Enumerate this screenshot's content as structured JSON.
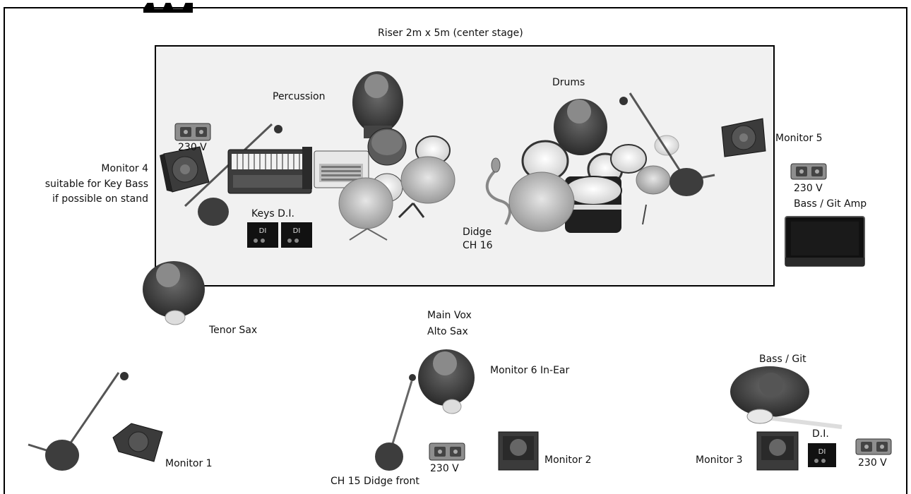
{
  "stage": {
    "riser_label": "Riser 2m x 5m (center stage)",
    "labels": {
      "percussion": "Percussion",
      "drums": "Drums",
      "monitor5": "Monitor 5",
      "monitor4_line1": "Monitor 4",
      "monitor4_line2": "suitable for Key Bass",
      "monitor4_line3": "if possible on stand",
      "volt_riser_left": "230 V",
      "volt_riser_right": "230 V",
      "bass_git_amp": "Bass / Git Amp",
      "keys_di": "Keys D.I.",
      "didge_line1": "Didge",
      "didge_line2": "CH 16",
      "tenor_sax": "Tenor Sax",
      "main_vox": "Main Vox",
      "alto_sax": "Alto Sax",
      "monitor6": "Monitor 6 In-Ear",
      "bass_git": "Bass / Git",
      "di": "D.I.",
      "monitor1": "Monitor 1",
      "monitor2": "Monitor 2",
      "monitor3": "Monitor 3",
      "volt_front_center": "230 V",
      "volt_front_right": "230 V",
      "ch15": "CH 15 Didge front",
      "di_box_text": "DI"
    }
  }
}
